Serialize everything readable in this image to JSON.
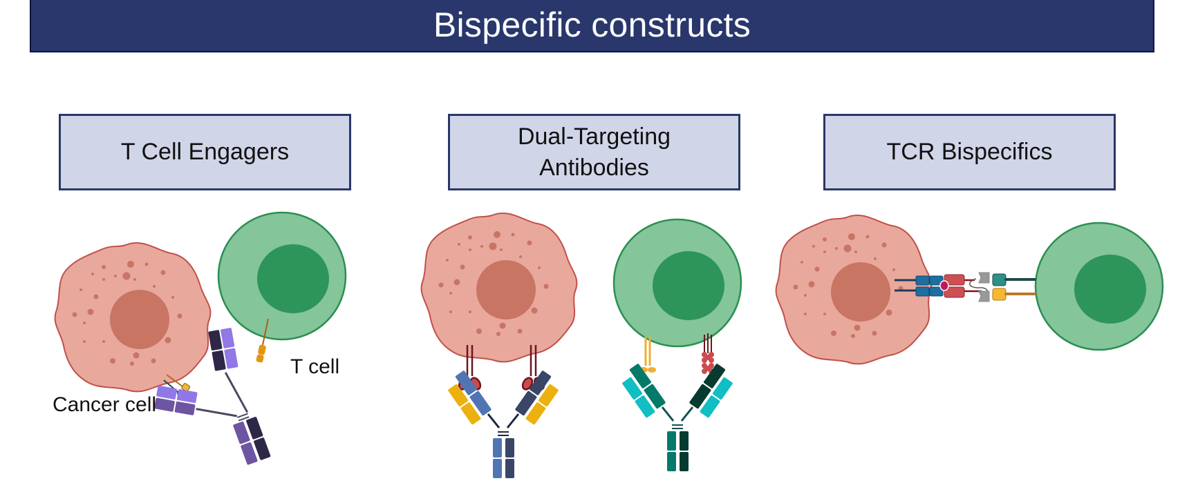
{
  "title": "Bispecific constructs",
  "categories": [
    {
      "id": "tce",
      "label": "T Cell Engagers"
    },
    {
      "id": "dta",
      "label": "Dual-Targeting Antibodies"
    },
    {
      "id": "tcr",
      "label": "TCR Bispecifics"
    }
  ],
  "cell_labels": {
    "cancer_cell": "Cancer cell",
    "t_cell": "T cell"
  },
  "colors": {
    "banner": "#29376d",
    "category_box": "#d0d5e8",
    "category_border": "#2a3766",
    "cancer_cell_fill": "#e9a89c",
    "cancer_cell_stroke": "#c0504a",
    "cancer_nucleus": "#c87564",
    "t_cell_fill": "#84c59a",
    "t_cell_stroke": "#2a8f52",
    "t_cell_nucleus": "#2e955a"
  }
}
